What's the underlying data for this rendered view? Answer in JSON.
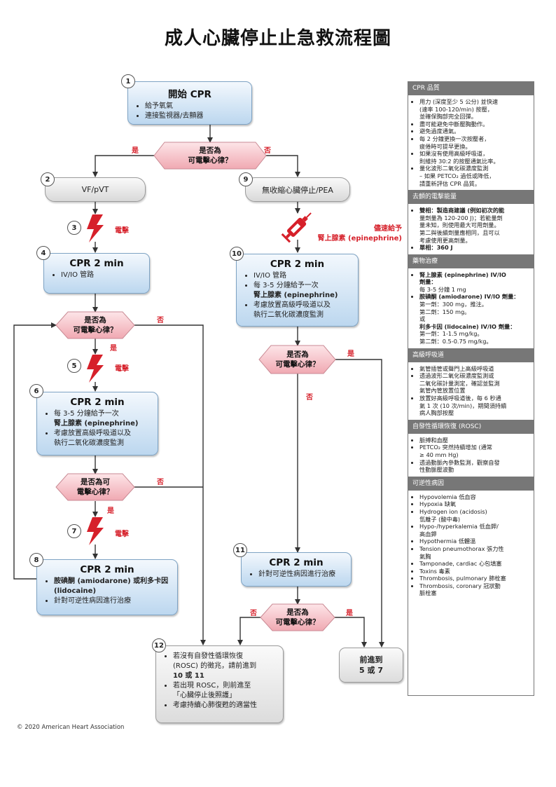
{
  "title": "成人心臟停止止急救流程圖",
  "copyright": "© 2020 American Heart Association",
  "steps": {
    "s1": {
      "num": "1",
      "title": "開始 CPR",
      "items": [
        "給予氧氣",
        "連接監視器/去顫器"
      ]
    },
    "s2": {
      "num": "2",
      "label": "VF/pVT"
    },
    "s3": {
      "num": "3",
      "action": "電擊"
    },
    "s4": {
      "num": "4",
      "title": "CPR 2 min",
      "items": [
        "IV/IO 管路"
      ]
    },
    "s5": {
      "num": "5",
      "action": "電擊"
    },
    "s6": {
      "num": "6",
      "title": "CPR 2 min",
      "items": [
        "每 3-5 分鐘給予一次|腎上腺素 (epinephrine)",
        "考慮放置高級呼吸道以及|執行二氧化碳濃度監測"
      ]
    },
    "s7": {
      "num": "7",
      "action": "電擊"
    },
    "s8": {
      "num": "8",
      "title": "CPR 2 min",
      "items": [
        "胺碘酮 (amiodarone) 或利多卡因|(lidocaine)",
        "針對可逆性病因進行治療"
      ]
    },
    "s9": {
      "num": "9",
      "label": "無收縮心臟停止/PEA"
    },
    "s9_action": "儘速給予|腎上腺素 (epinephrine)",
    "s10": {
      "num": "10",
      "title": "CPR 2 min",
      "items": [
        "IV/IO 管路",
        "每 3-5 分鐘給予一次|腎上腺素 (epinephrine)",
        "考慮放置高級呼吸道以及|執行二氧化碳濃度監測"
      ]
    },
    "s11": {
      "num": "11",
      "title": "CPR 2 min",
      "items": [
        "針對可逆性病因進行治療"
      ]
    },
    "s12": {
      "num": "12",
      "items": [
        "若沒有自發性循環恢復|(ROSC) 的徵兆，請前進到|10 或 11",
        "若出現 ROSC，則前進至|「心臟停止後照護」",
        "考慮持續心肺復甦的適當性"
      ]
    },
    "goto": "前進到|5 或 7"
  },
  "decisions": {
    "d1": {
      "text": "是否為|可電擊心律？",
      "yes": "是",
      "no": "否"
    },
    "d2": {
      "text": "是否為|可電擊心律？",
      "yes": "是",
      "no": "否"
    },
    "d3": {
      "text": "是否為可|電擊心律？",
      "yes": "是",
      "no": "否"
    },
    "d4": {
      "text": "是否為|可電擊心律？",
      "yes": "是",
      "no": "否"
    },
    "d5": {
      "text": "是否為|可電擊心律？",
      "yes": "是",
      "no": "否"
    }
  },
  "sidebar": [
    {
      "header": "CPR 品質",
      "items": [
        "用力 (深度至少 5 公分) 並快速|(速率 100-120/min) 按壓，|並確保胸部完全回彈。",
        "盡可能避免中斷壓胸動作。",
        "避免過度通氣。",
        "每 2 分鐘更換一次按壓者，|疲倦時可提早更換。",
        "如果沒有使用高級呼吸道，|則維持 30:2 的按壓通氣比率。",
        "量化波形二氧化碳濃度監測|– 如果 PETCO₂ 過低或降低，|請重新評估 CPR 品質。"
      ]
    },
    {
      "header": "去顫的電擊能量",
      "items": [
        "雙相：製造商建議 (例如初次的能|量劑量為 120-200 J)；若能量劑|量未知，則使用最大可用劑量。|第二與後續劑量應相同，且可以|考慮使用更高劑量。",
        "單相：360 J"
      ]
    },
    {
      "header": "藥物治療",
      "items": [
        "腎上腺素 (epinephrine) IV/IO|劑量：|每 3-5 分鐘 1 mg",
        "胺碘酮 (amiodarone) IV/IO 劑量：|第一劑：300 mg，推注。|第二劑：150 mg。|或|利多卡因 (lidocaine) IV/IO 劑量：|第一劑：1-1.5 mg/kg。|第二劑：0.5-0.75 mg/kg。"
      ]
    },
    {
      "header": "高級呼吸道",
      "items": [
        "氣管插管或聲門上高級呼吸道",
        "透過波形二氧化碳濃度監測或|二氧化碳計量測定，確認並監測|氣管內管放置位置",
        "放置好高級呼吸道後，每 6 秒通|氣 1 次 (10 次/min)，期間須持續|病人胸部按壓"
      ]
    },
    {
      "header": "自發性循環恢復 (ROSC)",
      "items": [
        "脈搏和血壓",
        "PETCO₂ 突然持續增加 (通常|≥ 40 mm Hg)",
        "透過動脈內參數監測，觀察自發|性動脈壓波動"
      ]
    },
    {
      "header": "可逆性病因",
      "items": [
        "Hypovolemia 低血容",
        "Hypoxia 缺氧",
        "Hydrogen ion (acidosis)|氫離子 (酸中毒)",
        "Hypo-/hyperkalemia 低血鉀/|高血鉀",
        "Hypothermia 低體溫",
        "Tension pneumothorax 張力性|氣胸",
        "Tamponade, cardiac 心包填塞",
        "Toxins 毒素",
        "Thrombosis, pulmonary 肺栓塞",
        "Thrombosis, coronary 冠狀動|脈栓塞"
      ]
    }
  ],
  "colors": {
    "shock": "#d6202a",
    "box_blue": "#bcd7ef",
    "box_gray": "#dcdcdc",
    "decision": "#f6c7cc"
  }
}
